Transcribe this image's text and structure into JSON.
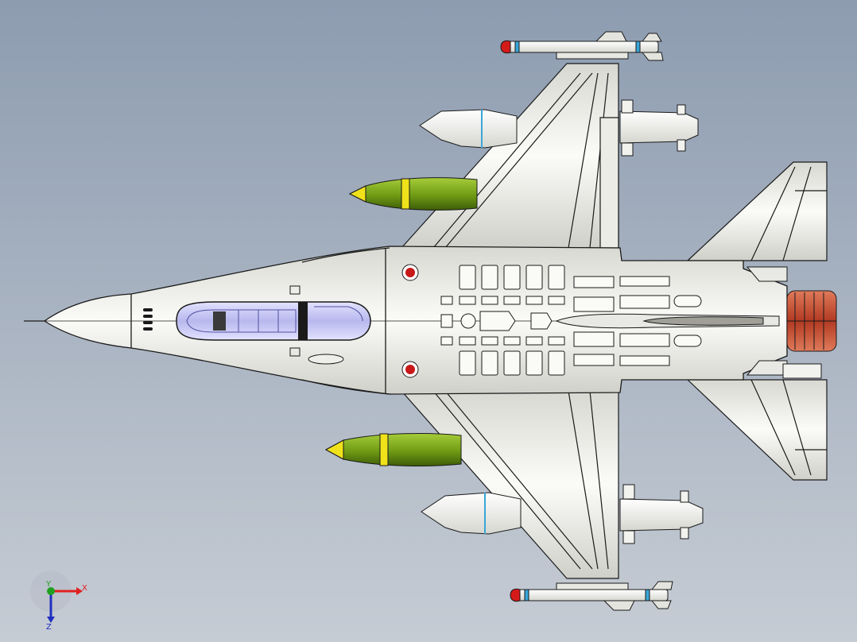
{
  "viewport": {
    "background_top": "#8d9cb0",
    "background_bottom": "#c6ccd4"
  },
  "model": {
    "subject": "fighter-jet-top-view",
    "colors": {
      "airframe": "#f2f2ee",
      "outline": "#1a1a1a",
      "canopy": "#c9c9f0",
      "fuel_tank": "#7aa71a",
      "fuel_band": "#f0e21a",
      "missile_tip": "#d51a1a",
      "missile_band": "#38a6d8",
      "roundel": "#c81818",
      "nozzle": "#c7482a"
    }
  },
  "triad": {
    "x_label": "X",
    "y_label": "Y",
    "z_label": "Z",
    "x_color": "#e02020",
    "y_color": "#20a020",
    "z_color": "#2030c0"
  }
}
